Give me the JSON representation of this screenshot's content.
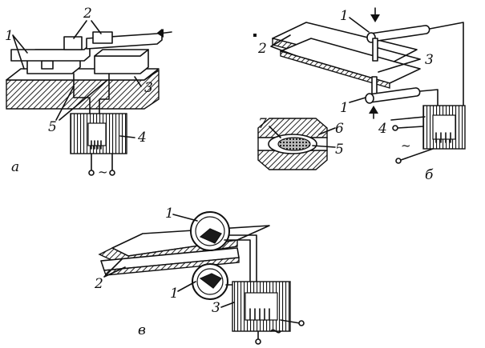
{
  "panels": [
    {
      "id": "a",
      "caption": "а",
      "labels": [
        "1",
        "2",
        "3",
        "4",
        "5"
      ],
      "supply_symbol": "~"
    },
    {
      "id": "b",
      "caption": "б",
      "labels": [
        "1",
        "2",
        "3",
        "1",
        "4",
        "7",
        "6",
        "5"
      ],
      "supply_symbol": "~"
    },
    {
      "id": "v",
      "caption": "в",
      "labels": [
        "1",
        "2",
        "1",
        "3"
      ]
    }
  ]
}
